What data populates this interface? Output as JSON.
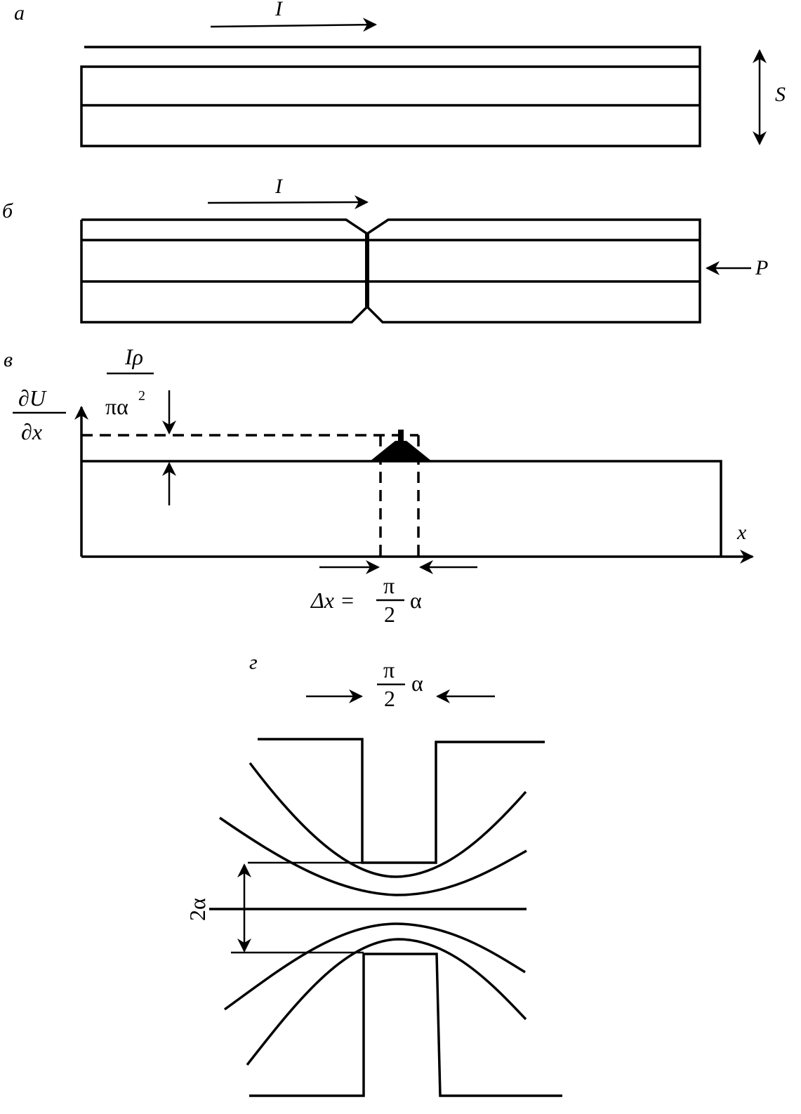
{
  "panels": {
    "a": {
      "tag": "а",
      "current": "I",
      "thickness": "S"
    },
    "b": {
      "tag": "б",
      "current": "I",
      "force": "P"
    },
    "c": {
      "tag": "в",
      "y_num": "∂U",
      "y_den": "∂x",
      "jump_num": "Iρ",
      "jump_den": "πα",
      "jump_exp": "2",
      "x_axis": "x",
      "dx_lhs": "Δx =",
      "dx_num": "π",
      "dx_den": "2",
      "dx_tail": "α"
    },
    "d": {
      "tag": "г",
      "gap_num": "π",
      "gap_den": "2",
      "gap_tail": "α",
      "side_label": "2α"
    }
  }
}
